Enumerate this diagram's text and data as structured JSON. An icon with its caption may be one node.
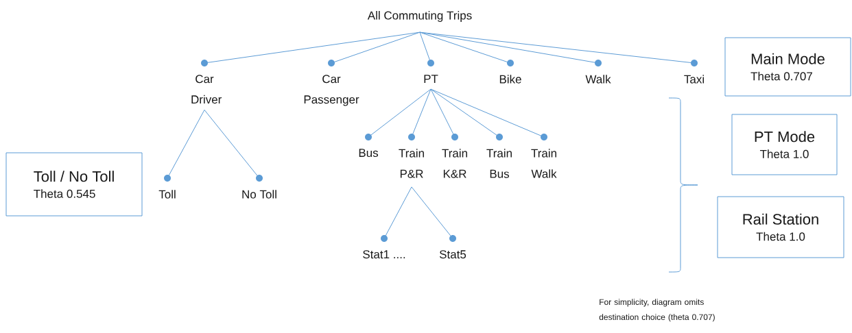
{
  "diagram": {
    "nodes": [
      {
        "text": [
          "All Commuting Trips"
        ]
      },
      {
        "text": [
          "Car Driver"
        ]
      },
      {
        "text": [
          "Car Passenger"
        ]
      },
      {
        "text": [
          "PT"
        ]
      },
      {
        "text": [
          "Bike"
        ]
      },
      {
        "text": [
          "Walk"
        ]
      },
      {
        "text": [
          "Taxi"
        ]
      },
      {
        "text": [
          "Toll"
        ]
      },
      {
        "text": [
          "No Toll"
        ]
      },
      {
        "text": [
          "Bus"
        ]
      },
      {
        "text": [
          "Train P&R"
        ]
      },
      {
        "text": [
          "Train K&R"
        ]
      },
      {
        "text": [
          "Train Bus"
        ]
      },
      {
        "text": [
          "Train Walk"
        ]
      },
      {
        "text": [
          "Stat1 ...."
        ]
      },
      {
        "text": [
          "Stat5"
        ]
      },
      {
        "text": [
          "Main Mode",
          "Theta 0.707"
        ]
      },
      {
        "text": [
          "PT Mode",
          "Theta 1.0"
        ]
      },
      {
        "text": [
          "Rail Station",
          "Theta 1.0"
        ]
      },
      {
        "text": [
          "Toll / No Toll",
          "Theta 0.545"
        ]
      }
    ],
    "edges": [
      {
        "from": 0,
        "to": 1,
        "arrow": "none"
      },
      {
        "from": 0,
        "to": 2,
        "arrow": "none"
      },
      {
        "from": 0,
        "to": 3,
        "arrow": "none"
      },
      {
        "from": 0,
        "to": 4,
        "arrow": "none"
      },
      {
        "from": 0,
        "to": 5,
        "arrow": "none"
      },
      {
        "from": 0,
        "to": 6,
        "arrow": "none"
      },
      {
        "from": 1,
        "to": 7,
        "arrow": "none"
      },
      {
        "from": 1,
        "to": 8,
        "arrow": "none"
      },
      {
        "from": 3,
        "to": 9,
        "arrow": "none"
      },
      {
        "from": 3,
        "to": 10,
        "arrow": "none"
      },
      {
        "from": 3,
        "to": 11,
        "arrow": "none"
      },
      {
        "from": 3,
        "to": 12,
        "arrow": "none"
      },
      {
        "from": 3,
        "to": 13,
        "arrow": "none"
      },
      {
        "from": 10,
        "to": 14,
        "arrow": "none"
      },
      {
        "from": 10,
        "to": 15,
        "arrow": "none"
      }
    ],
    "labels": [
      "For simplicity, diagram omits destination choice (theta 0.707)"
    ]
  }
}
